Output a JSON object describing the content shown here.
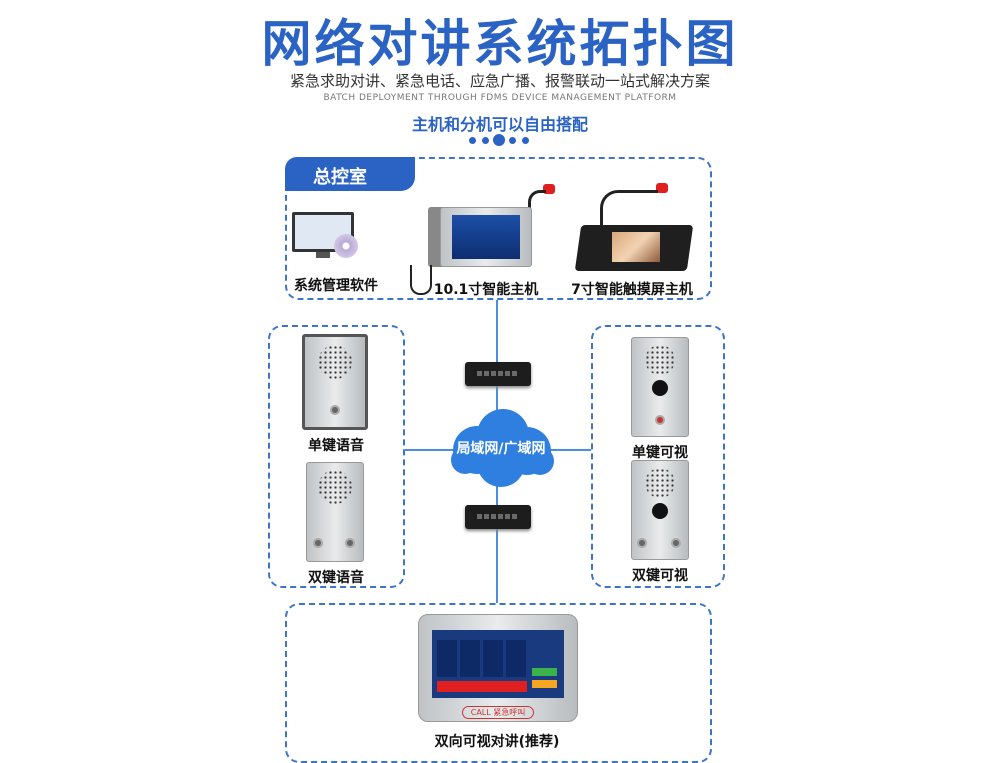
{
  "header": {
    "title": "网络对讲系统拓扑图",
    "subtitle": "紧急求助对讲、紧急电话、应急广播、报警联动一站式解决方案",
    "subtitle_en": "BATCH DEPLOYMENT THROUGH FDMS DEVICE MANAGEMENT PLATFORM",
    "tagline": "主机和分机可以自由搭配"
  },
  "control_room": {
    "title": "总控室",
    "devices": [
      {
        "label": "系统管理软件"
      },
      {
        "label": "10.1寸智能主机"
      },
      {
        "label": "7寸智能触摸屏主机"
      }
    ]
  },
  "network": {
    "label": "局域网/广域网"
  },
  "left_group": [
    {
      "label": "单键语音"
    },
    {
      "label": "双键语音"
    }
  ],
  "right_group": [
    {
      "label": "单键可视"
    },
    {
      "label": "双键可视"
    }
  ],
  "bottom": {
    "label": "双向可视对讲(推荐)",
    "device_call": "CALL",
    "device_emergency": "紧急呼叫"
  },
  "colors": {
    "accent": "#2a63c4",
    "line": "#4a8ee0",
    "button_red": "#e02020"
  }
}
